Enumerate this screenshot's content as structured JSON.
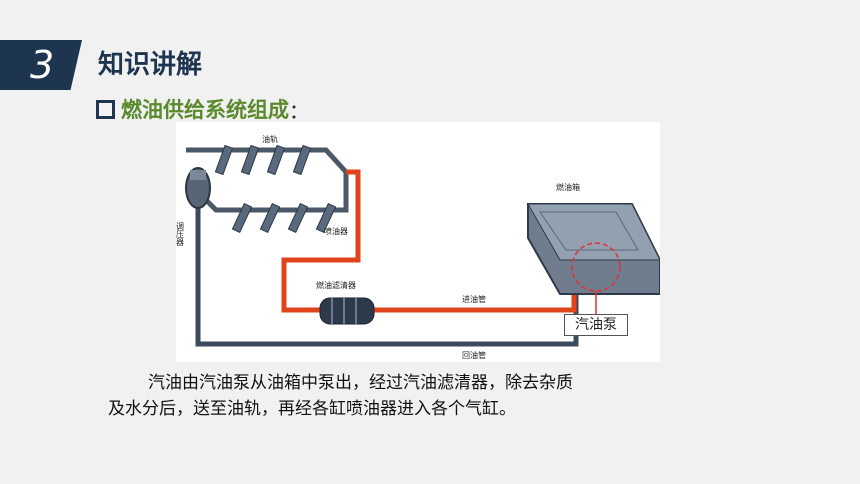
{
  "header": {
    "section_number": "3",
    "section_title": "知识讲解"
  },
  "subheading": {
    "title": "燃油供给系统组成",
    "colon": "："
  },
  "diagram": {
    "labels": {
      "fuel_rail": "油轨",
      "fuel_tank": "燃油箱",
      "pressure_regulator": "调压器",
      "injector": "喷油器",
      "fuel_filter": "燃油滤清器",
      "inlet_pipe": "进油管",
      "return_pipe": "回油管",
      "fuel_pump": "汽油泵"
    },
    "colors": {
      "fuel_line": "#e0441a",
      "return_line": "#3b4a5c",
      "highlight": "#e03030"
    }
  },
  "description": {
    "line1": "汽油由汽油泵从油箱中泵出，经过汽油滤清器，除去杂质",
    "line2": "及水分后，送至油轨，再经各缸喷油器进入各个气缸。"
  }
}
